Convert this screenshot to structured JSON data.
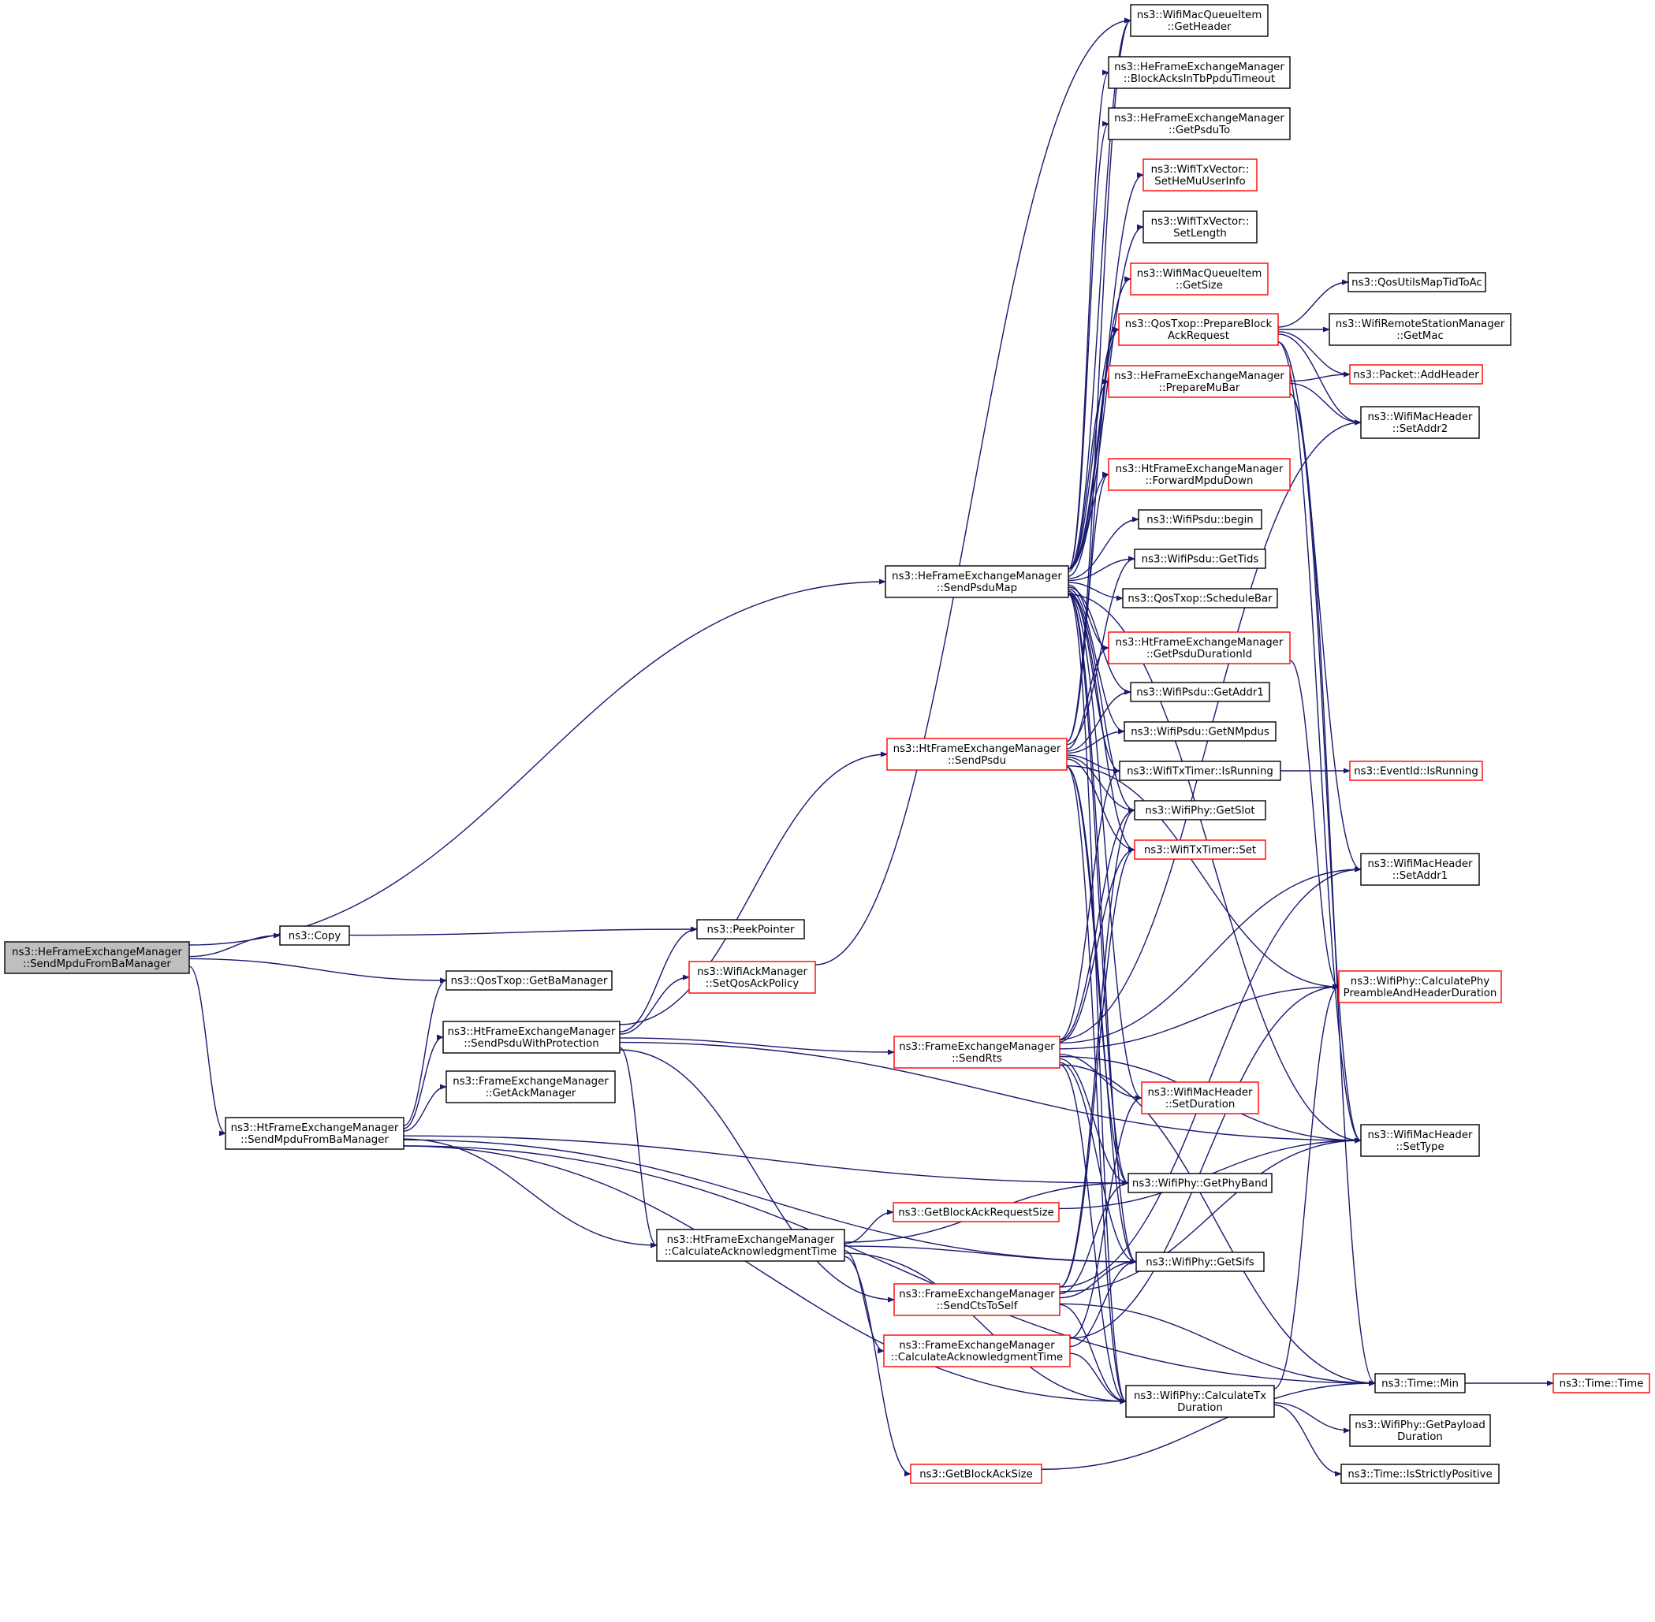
{
  "colors": {
    "edge": "#191970",
    "border_default": "#000000",
    "border_truncated": "#ff0000",
    "fill_root": "#bfbfbf",
    "fill_default": "#ffffff",
    "text": "#000000"
  },
  "nodes": [
    {
      "id": "root",
      "lines": [
        "ns3::HeFrameExchangeManager",
        "::SendMpduFromBaManager"
      ],
      "style": "root"
    },
    {
      "id": "copy",
      "lines": [
        "ns3::Copy"
      ],
      "style": "normal"
    },
    {
      "id": "peekptr",
      "lines": [
        "ns3::PeekPointer"
      ],
      "style": "normal"
    },
    {
      "id": "getbamgr",
      "lines": [
        "ns3::QosTxop::GetBaManager"
      ],
      "style": "normal"
    },
    {
      "id": "ht_sendmpdu",
      "lines": [
        "ns3::HtFrameExchangeManager",
        "::SendMpduFromBaManager"
      ],
      "style": "normal"
    },
    {
      "id": "ht_sendpsduprot",
      "lines": [
        "ns3::HtFrameExchangeManager",
        "::SendPsduWithProtection"
      ],
      "style": "normal"
    },
    {
      "id": "getackmgr",
      "lines": [
        "ns3::FrameExchangeManager",
        "::GetAckManager"
      ],
      "style": "normal"
    },
    {
      "id": "setqosack",
      "lines": [
        "ns3::WifiAckManager",
        "::SetQosAckPolicy"
      ],
      "style": "truncated"
    },
    {
      "id": "ht_calcack",
      "lines": [
        "ns3::HtFrameExchangeManager",
        "::CalculateAcknowledgmentTime"
      ],
      "style": "normal"
    },
    {
      "id": "he_sendpsdumap",
      "lines": [
        "ns3::HeFrameExchangeManager",
        "::SendPsduMap"
      ],
      "style": "normal"
    },
    {
      "id": "ht_sendpsdu",
      "lines": [
        "ns3::HtFrameExchangeManager",
        "::SendPsdu"
      ],
      "style": "truncated"
    },
    {
      "id": "fem_sendrts",
      "lines": [
        "ns3::FrameExchangeManager",
        "::SendRts"
      ],
      "style": "truncated"
    },
    {
      "id": "getbarsize",
      "lines": [
        "ns3::GetBlockAckRequestSize"
      ],
      "style": "truncated"
    },
    {
      "id": "fem_sendcts",
      "lines": [
        "ns3::FrameExchangeManager",
        "::SendCtsToSelf"
      ],
      "style": "truncated"
    },
    {
      "id": "fem_calcack",
      "lines": [
        "ns3::FrameExchangeManager",
        "::CalculateAcknowledgmentTime"
      ],
      "style": "truncated"
    },
    {
      "id": "getbasize",
      "lines": [
        "ns3::GetBlockAckSize"
      ],
      "style": "truncated"
    },
    {
      "id": "mqi_getheader",
      "lines": [
        "ns3::WifiMacQueueItem",
        "::GetHeader"
      ],
      "style": "normal"
    },
    {
      "id": "he_blockacks",
      "lines": [
        "ns3::HeFrameExchangeManager",
        "::BlockAcksInTbPpduTimeout"
      ],
      "style": "normal"
    },
    {
      "id": "he_getpsduto",
      "lines": [
        "ns3::HeFrameExchangeManager",
        "::GetPsduTo"
      ],
      "style": "normal"
    },
    {
      "id": "txv_sethemu",
      "lines": [
        "ns3::WifiTxVector::",
        "SetHeMuUserInfo"
      ],
      "style": "truncated"
    },
    {
      "id": "txv_setlength",
      "lines": [
        "ns3::WifiTxVector::",
        "SetLength"
      ],
      "style": "normal"
    },
    {
      "id": "mqi_getsize",
      "lines": [
        "ns3::WifiMacQueueItem",
        "::GetSize"
      ],
      "style": "truncated"
    },
    {
      "id": "qos_preparebar",
      "lines": [
        "ns3::QosTxop::PrepareBlock",
        "AckRequest"
      ],
      "style": "truncated"
    },
    {
      "id": "he_preparemubar",
      "lines": [
        "ns3::HeFrameExchangeManager",
        "::PrepareMuBar"
      ],
      "style": "truncated"
    },
    {
      "id": "ht_forwardmpdu",
      "lines": [
        "ns3::HtFrameExchangeManager",
        "::ForwardMpduDown"
      ],
      "style": "truncated"
    },
    {
      "id": "psdu_begin",
      "lines": [
        "ns3::WifiPsdu::begin"
      ],
      "style": "normal"
    },
    {
      "id": "psdu_gettids",
      "lines": [
        "ns3::WifiPsdu::GetTids"
      ],
      "style": "normal"
    },
    {
      "id": "qos_schedulebar",
      "lines": [
        "ns3::QosTxop::ScheduleBar"
      ],
      "style": "normal"
    },
    {
      "id": "ht_getpsdudur",
      "lines": [
        "ns3::HtFrameExchangeManager",
        "::GetPsduDurationId"
      ],
      "style": "truncated"
    },
    {
      "id": "psdu_getaddr1",
      "lines": [
        "ns3::WifiPsdu::GetAddr1"
      ],
      "style": "normal"
    },
    {
      "id": "psdu_getnmpdus",
      "lines": [
        "ns3::WifiPsdu::GetNMpdus"
      ],
      "style": "normal"
    },
    {
      "id": "txtimer_isrunning",
      "lines": [
        "ns3::WifiTxTimer::IsRunning"
      ],
      "style": "normal"
    },
    {
      "id": "phy_getslot",
      "lines": [
        "ns3::WifiPhy::GetSlot"
      ],
      "style": "normal"
    },
    {
      "id": "txtimer_set",
      "lines": [
        "ns3::WifiTxTimer::Set"
      ],
      "style": "truncated"
    },
    {
      "id": "hdr_setduration",
      "lines": [
        "ns3::WifiMacHeader",
        "::SetDuration"
      ],
      "style": "truncated"
    },
    {
      "id": "phy_getphyband",
      "lines": [
        "ns3::WifiPhy::GetPhyBand"
      ],
      "style": "normal"
    },
    {
      "id": "phy_getsifs",
      "lines": [
        "ns3::WifiPhy::GetSifs"
      ],
      "style": "normal"
    },
    {
      "id": "phy_calctxdur",
      "lines": [
        "ns3::WifiPhy::CalculateTx",
        "Duration"
      ],
      "style": "normal"
    },
    {
      "id": "qosutils",
      "lines": [
        "ns3::QosUtilsMapTidToAc"
      ],
      "style": "normal"
    },
    {
      "id": "rsm_getmac",
      "lines": [
        "ns3::WifiRemoteStationManager",
        "::GetMac"
      ],
      "style": "normal"
    },
    {
      "id": "packet_addheader",
      "lines": [
        "ns3::Packet::AddHeader"
      ],
      "style": "truncated"
    },
    {
      "id": "hdr_setaddr2",
      "lines": [
        "ns3::WifiMacHeader",
        "::SetAddr2"
      ],
      "style": "normal"
    },
    {
      "id": "eventid_isrunning",
      "lines": [
        "ns3::EventId::IsRunning"
      ],
      "style": "truncated"
    },
    {
      "id": "hdr_setaddr1",
      "lines": [
        "ns3::WifiMacHeader",
        "::SetAddr1"
      ],
      "style": "normal"
    },
    {
      "id": "phy_calcpreamble",
      "lines": [
        "ns3::WifiPhy::CalculatePhy",
        "PreambleAndHeaderDuration"
      ],
      "style": "truncated"
    },
    {
      "id": "hdr_settype",
      "lines": [
        "ns3::WifiMacHeader",
        "::SetType"
      ],
      "style": "normal"
    },
    {
      "id": "time_min",
      "lines": [
        "ns3::Time::Min"
      ],
      "style": "normal"
    },
    {
      "id": "phy_getpayloaddur",
      "lines": [
        "ns3::WifiPhy::GetPayload",
        "Duration"
      ],
      "style": "normal"
    },
    {
      "id": "time_strictpos",
      "lines": [
        "ns3::Time::IsStrictlyPositive"
      ],
      "style": "normal"
    },
    {
      "id": "time_time",
      "lines": [
        "ns3::Time::Time"
      ],
      "style": "truncated"
    }
  ],
  "edges": [
    [
      "root",
      "he_sendpsdumap"
    ],
    [
      "root",
      "copy"
    ],
    [
      "root",
      "getbamgr"
    ],
    [
      "root",
      "ht_sendmpdu"
    ],
    [
      "copy",
      "peekptr"
    ],
    [
      "ht_sendmpdu",
      "getbamgr"
    ],
    [
      "ht_sendmpdu",
      "ht_sendpsduprot"
    ],
    [
      "ht_sendmpdu",
      "getackmgr"
    ],
    [
      "ht_sendmpdu",
      "ht_calcack"
    ],
    [
      "ht_sendmpdu",
      "phy_getphyband"
    ],
    [
      "ht_sendmpdu",
      "phy_getsifs"
    ],
    [
      "ht_sendmpdu",
      "phy_calctxdur"
    ],
    [
      "ht_sendmpdu",
      "time_min"
    ],
    [
      "ht_sendpsduprot",
      "peekptr"
    ],
    [
      "ht_sendpsduprot",
      "setqosack"
    ],
    [
      "ht_sendpsduprot",
      "ht_sendpsdu"
    ],
    [
      "ht_sendpsduprot",
      "fem_sendrts"
    ],
    [
      "ht_sendpsduprot",
      "fem_sendcts"
    ],
    [
      "ht_sendpsduprot",
      "ht_calcack"
    ],
    [
      "ht_sendpsduprot",
      "hdr_settype"
    ],
    [
      "setqosack",
      "mqi_getheader"
    ],
    [
      "ht_calcack",
      "getbarsize"
    ],
    [
      "ht_calcack",
      "phy_getsifs"
    ],
    [
      "ht_calcack",
      "phy_getphyband"
    ],
    [
      "ht_calcack",
      "fem_calcack"
    ],
    [
      "ht_calcack",
      "getbasize"
    ],
    [
      "ht_calcack",
      "phy_calctxdur"
    ],
    [
      "he_sendpsdumap",
      "mqi_getheader"
    ],
    [
      "he_sendpsdumap",
      "he_blockacks"
    ],
    [
      "he_sendpsdumap",
      "he_getpsduto"
    ],
    [
      "he_sendpsdumap",
      "txv_sethemu"
    ],
    [
      "he_sendpsdumap",
      "txv_setlength"
    ],
    [
      "he_sendpsdumap",
      "mqi_getsize"
    ],
    [
      "he_sendpsdumap",
      "qos_preparebar"
    ],
    [
      "he_sendpsdumap",
      "he_preparemubar"
    ],
    [
      "he_sendpsdumap",
      "ht_forwardmpdu"
    ],
    [
      "he_sendpsdumap",
      "psdu_begin"
    ],
    [
      "he_sendpsdumap",
      "psdu_gettids"
    ],
    [
      "he_sendpsdumap",
      "qos_schedulebar"
    ],
    [
      "he_sendpsdumap",
      "ht_getpsdudur"
    ],
    [
      "he_sendpsdumap",
      "psdu_getaddr1"
    ],
    [
      "he_sendpsdumap",
      "psdu_getnmpdus"
    ],
    [
      "he_sendpsdumap",
      "txtimer_isrunning"
    ],
    [
      "he_sendpsdumap",
      "phy_getslot"
    ],
    [
      "he_sendpsdumap",
      "txtimer_set"
    ],
    [
      "he_sendpsdumap",
      "hdr_setduration"
    ],
    [
      "he_sendpsdumap",
      "phy_getphyband"
    ],
    [
      "he_sendpsdumap",
      "phy_getsifs"
    ],
    [
      "he_sendpsdumap",
      "phy_calctxdur"
    ],
    [
      "he_sendpsdumap",
      "hdr_settype"
    ],
    [
      "ht_sendpsdu",
      "mqi_getheader"
    ],
    [
      "ht_sendpsdu",
      "ht_forwardmpdu"
    ],
    [
      "ht_sendpsdu",
      "psdu_gettids"
    ],
    [
      "ht_sendpsdu",
      "qos_preparebar"
    ],
    [
      "ht_sendpsdu",
      "ht_getpsdudur"
    ],
    [
      "ht_sendpsdu",
      "psdu_getaddr1"
    ],
    [
      "ht_sendpsdu",
      "psdu_getnmpdus"
    ],
    [
      "ht_sendpsdu",
      "txtimer_isrunning"
    ],
    [
      "ht_sendpsdu",
      "phy_getslot"
    ],
    [
      "ht_sendpsdu",
      "txtimer_set"
    ],
    [
      "ht_sendpsdu",
      "phy_calcpreamble"
    ],
    [
      "ht_sendpsdu",
      "phy_getphyband"
    ],
    [
      "ht_sendpsdu",
      "phy_getsifs"
    ],
    [
      "ht_sendpsdu",
      "phy_calctxdur"
    ],
    [
      "fem_sendrts",
      "txtimer_isrunning"
    ],
    [
      "fem_sendrts",
      "phy_getslot"
    ],
    [
      "fem_sendrts",
      "txtimer_set"
    ],
    [
      "fem_sendrts",
      "hdr_setduration"
    ],
    [
      "fem_sendrts",
      "hdr_setaddr1"
    ],
    [
      "fem_sendrts",
      "hdr_setaddr2"
    ],
    [
      "fem_sendrts",
      "phy_calcpreamble"
    ],
    [
      "fem_sendrts",
      "hdr_settype"
    ],
    [
      "fem_sendrts",
      "phy_getphyband"
    ],
    [
      "fem_sendrts",
      "phy_getsifs"
    ],
    [
      "fem_sendrts",
      "phy_calctxdur"
    ],
    [
      "fem_sendrts",
      "time_min"
    ],
    [
      "getbarsize",
      "hdr_settype"
    ],
    [
      "fem_sendcts",
      "phy_getsifs"
    ],
    [
      "fem_sendcts",
      "phy_getphyband"
    ],
    [
      "fem_sendcts",
      "phy_getslot"
    ],
    [
      "fem_sendcts",
      "txtimer_set"
    ],
    [
      "fem_sendcts",
      "hdr_setaddr1"
    ],
    [
      "fem_sendcts",
      "hdr_settype"
    ],
    [
      "fem_sendcts",
      "phy_calctxdur"
    ],
    [
      "fem_sendcts",
      "time_min"
    ],
    [
      "fem_calcack",
      "phy_getsifs"
    ],
    [
      "fem_calcack",
      "hdr_setduration"
    ],
    [
      "fem_calcack",
      "phy_calcpreamble"
    ],
    [
      "fem_calcack",
      "phy_calctxdur"
    ],
    [
      "getbasize",
      "time_min"
    ],
    [
      "qos_preparebar",
      "qosutils"
    ],
    [
      "qos_preparebar",
      "rsm_getmac"
    ],
    [
      "qos_preparebar",
      "packet_addheader"
    ],
    [
      "qos_preparebar",
      "hdr_setaddr2"
    ],
    [
      "qos_preparebar",
      "hdr_setaddr1"
    ],
    [
      "qos_preparebar",
      "hdr_settype"
    ],
    [
      "he_preparemubar",
      "packet_addheader"
    ],
    [
      "he_preparemubar",
      "hdr_setaddr2"
    ],
    [
      "he_preparemubar",
      "hdr_settype"
    ],
    [
      "he_preparemubar",
      "time_min"
    ],
    [
      "ht_getpsdudur",
      "phy_calcpreamble"
    ],
    [
      "txtimer_isrunning",
      "eventid_isrunning"
    ],
    [
      "phy_calctxdur",
      "phy_getpayloaddur"
    ],
    [
      "phy_calctxdur",
      "time_strictpos"
    ],
    [
      "phy_calctxdur",
      "phy_calcpreamble"
    ],
    [
      "time_min",
      "time_time"
    ]
  ]
}
